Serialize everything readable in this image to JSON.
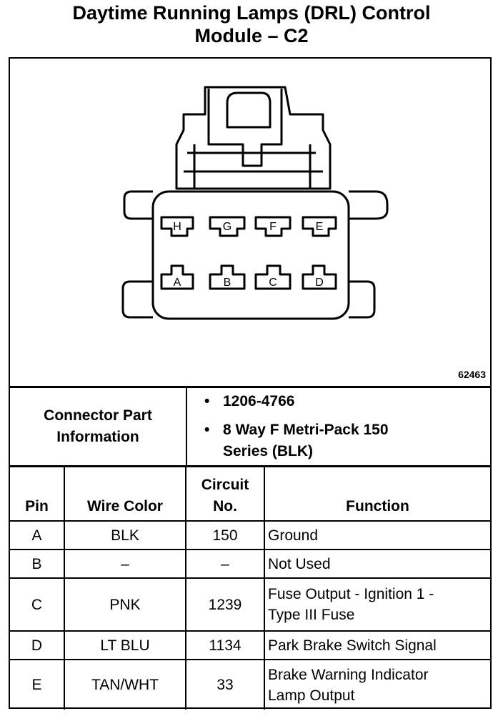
{
  "title": {
    "line1": "Daytime Running Lamps (DRL) Control",
    "line2": "Module – C2"
  },
  "diagram": {
    "reference_number": "62463",
    "top_row_pins": [
      "H",
      "G",
      "F",
      "E"
    ],
    "bottom_row_pins": [
      "A",
      "B",
      "C",
      "D"
    ]
  },
  "connector_part": {
    "label_line1": "Connector Part",
    "label_line2": "Information",
    "item1": "1206-4766",
    "item2_line1": "8 Way F Metri-Pack 150",
    "item2_line2": "Series (BLK)"
  },
  "pin_table": {
    "headers": {
      "pin": "Pin",
      "wire_color": "Wire Color",
      "circuit_line1": "Circuit",
      "circuit_line2": "No.",
      "function": "Function"
    },
    "rows": [
      {
        "pin": "A",
        "wire": "BLK",
        "circuit": "150",
        "function_line1": "Ground",
        "function_line2": ""
      },
      {
        "pin": "B",
        "wire": "–",
        "circuit": "–",
        "function_line1": "Not Used",
        "function_line2": ""
      },
      {
        "pin": "C",
        "wire": "PNK",
        "circuit": "1239",
        "function_line1": "Fuse Output - Ignition 1 -",
        "function_line2": "Type III Fuse"
      },
      {
        "pin": "D",
        "wire": "LT BLU",
        "circuit": "1134",
        "function_line1": "Park Brake Switch Signal",
        "function_line2": ""
      },
      {
        "pin": "E",
        "wire": "TAN/WHT",
        "circuit": "33",
        "function_line1": "Brake Warning Indicator",
        "function_line2": "Lamp Output"
      }
    ]
  }
}
